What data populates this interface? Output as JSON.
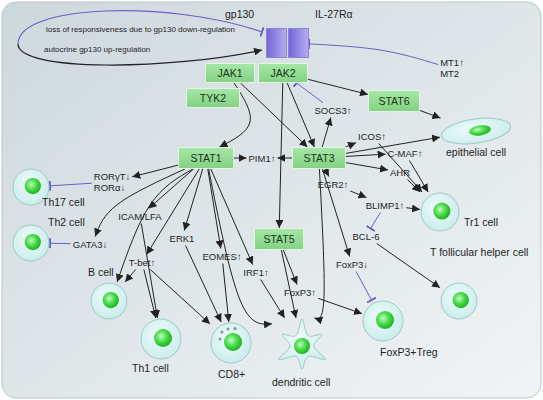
{
  "diagram": {
    "nodes": [
      {
        "text": [
          "gp130"
        ]
      },
      {
        "text": [
          "IL-27Rα"
        ]
      },
      {
        "text": [
          "JAK1"
        ]
      },
      {
        "text": [
          "JAK2"
        ]
      },
      {
        "text": [
          "TYK2"
        ]
      },
      {
        "text": [
          "SOCS3↑"
        ]
      },
      {
        "text": [
          "MT1↑",
          "MT2"
        ]
      },
      {
        "text": [
          "STAT6"
        ]
      },
      {
        "text": [
          "STAT1"
        ]
      },
      {
        "text": [
          "PIM1↑"
        ]
      },
      {
        "text": [
          "STAT3"
        ]
      },
      {
        "text": [
          "ICOS↑"
        ]
      },
      {
        "text": [
          "C-MAF↑"
        ]
      },
      {
        "text": [
          "AHR"
        ]
      },
      {
        "text": [
          "EGR2↑"
        ]
      },
      {
        "text": [
          "epithelial cell"
        ]
      },
      {
        "text": [
          "RORγT↓",
          "RORα↓"
        ]
      },
      {
        "text": [
          "Th17 cell"
        ]
      },
      {
        "text": [
          "Th2 cell"
        ]
      },
      {
        "text": [
          "GATA3↓"
        ]
      },
      {
        "text": [
          "ICAM/LFA"
        ]
      },
      {
        "text": [
          "ERK1"
        ]
      },
      {
        "text": [
          "EOMES↑"
        ]
      },
      {
        "text": [
          "BLIMP1↑"
        ]
      },
      {
        "text": [
          "Tr1 cell"
        ]
      },
      {
        "text": [
          "BCL-6"
        ]
      },
      {
        "text": [
          "STAT5"
        ]
      },
      {
        "text": [
          "IRF1↑"
        ]
      },
      {
        "text": [
          "T-bet↑"
        ]
      },
      {
        "text": [
          "FoxP3↓"
        ]
      },
      {
        "text": [
          "FoxP3↑"
        ]
      },
      {
        "text": [
          "T follicular helper cell"
        ]
      },
      {
        "text": [
          "B cell"
        ]
      },
      {
        "text": [
          "FoxP3+Treg"
        ]
      },
      {
        "text": [
          "Th1 cell"
        ]
      },
      {
        "text": [
          "CD8+"
        ]
      },
      {
        "text": [
          "dendritic cell"
        ]
      }
    ],
    "edges": [
      {
        "from": 2,
        "to": 8,
        "arrow": "to"
      },
      {
        "from": 2,
        "to": 10,
        "arrow": "to"
      },
      {
        "from": 3,
        "to": 10,
        "arrow": "to"
      },
      {
        "from": 3,
        "to": 26,
        "arrow": "to"
      },
      {
        "from": 3,
        "to": 7,
        "arrow": "to"
      },
      {
        "from": 10,
        "to": 5,
        "arrow": "to"
      },
      {
        "from": 5,
        "to": 3,
        "arrow": "to"
      },
      {
        "from": 6,
        "to": 1,
        "arrow": "to"
      },
      {
        "from": 7,
        "to": 15,
        "arrow": "to"
      },
      {
        "from": 10,
        "to": 15,
        "arrow": "to"
      },
      {
        "from": 8,
        "to": 9,
        "arrow": "to"
      },
      {
        "from": 10,
        "to": 9,
        "arrow": "to"
      },
      {
        "from": 10,
        "to": 11,
        "arrow": "to"
      },
      {
        "from": 10,
        "to": 12,
        "arrow": "to"
      },
      {
        "from": 10,
        "to": 13,
        "arrow": "to"
      },
      {
        "from": 10,
        "to": 14,
        "arrow": "to"
      },
      {
        "from": 11,
        "to": 24,
        "arrow": "to"
      },
      {
        "from": 12,
        "to": 24,
        "arrow": "to"
      },
      {
        "from": 13,
        "to": 24,
        "arrow": "to"
      },
      {
        "from": 14,
        "to": 23,
        "arrow": "to"
      },
      {
        "from": 23,
        "to": 24,
        "arrow": "to"
      },
      {
        "from": 23,
        "to": 25,
        "arrow": "to"
      },
      {
        "from": 25,
        "to": 31,
        "arrow": "to"
      },
      {
        "from": 10,
        "to": 29,
        "arrow": "to"
      },
      {
        "from": 29,
        "to": 33,
        "arrow": "to"
      },
      {
        "from": 26,
        "to": 30,
        "arrow": "to"
      },
      {
        "from": 30,
        "to": 33,
        "arrow": "to"
      },
      {
        "from": 26,
        "to": 36,
        "arrow": "to"
      },
      {
        "from": 8,
        "to": 27,
        "arrow": "to"
      },
      {
        "from": 27,
        "to": 36,
        "arrow": "to"
      },
      {
        "from": 8,
        "to": 16,
        "arrow": "to"
      },
      {
        "from": 16,
        "to": 17,
        "arrow": "to"
      },
      {
        "from": 8,
        "to": 19,
        "arrow": "to"
      },
      {
        "from": 19,
        "to": 18,
        "arrow": "to"
      },
      {
        "from": 8,
        "to": 20,
        "arrow": "to"
      },
      {
        "from": 20,
        "to": 34,
        "arrow": "to"
      },
      {
        "from": 8,
        "to": 21,
        "arrow": "to"
      },
      {
        "from": 21,
        "to": 35,
        "arrow": "to"
      },
      {
        "from": 8,
        "to": 28,
        "arrow": "to"
      },
      {
        "from": 28,
        "to": 32,
        "arrow": "to"
      },
      {
        "from": 28,
        "to": 34,
        "arrow": "to"
      },
      {
        "from": 28,
        "to": 35,
        "arrow": "to"
      },
      {
        "from": 8,
        "to": 22,
        "arrow": "to"
      },
      {
        "from": 22,
        "to": 35,
        "arrow": "to"
      },
      {
        "from": 8,
        "to": 32,
        "arrow": "to"
      },
      {
        "from": 8,
        "to": 36,
        "arrow": "to"
      },
      {
        "from": 10,
        "to": 36,
        "arrow": "to"
      }
    ],
    "labels": [
      "loss of responsiveness due to gp130 down-regulation",
      "autocrine gp130 up-regulation"
    ]
  }
}
